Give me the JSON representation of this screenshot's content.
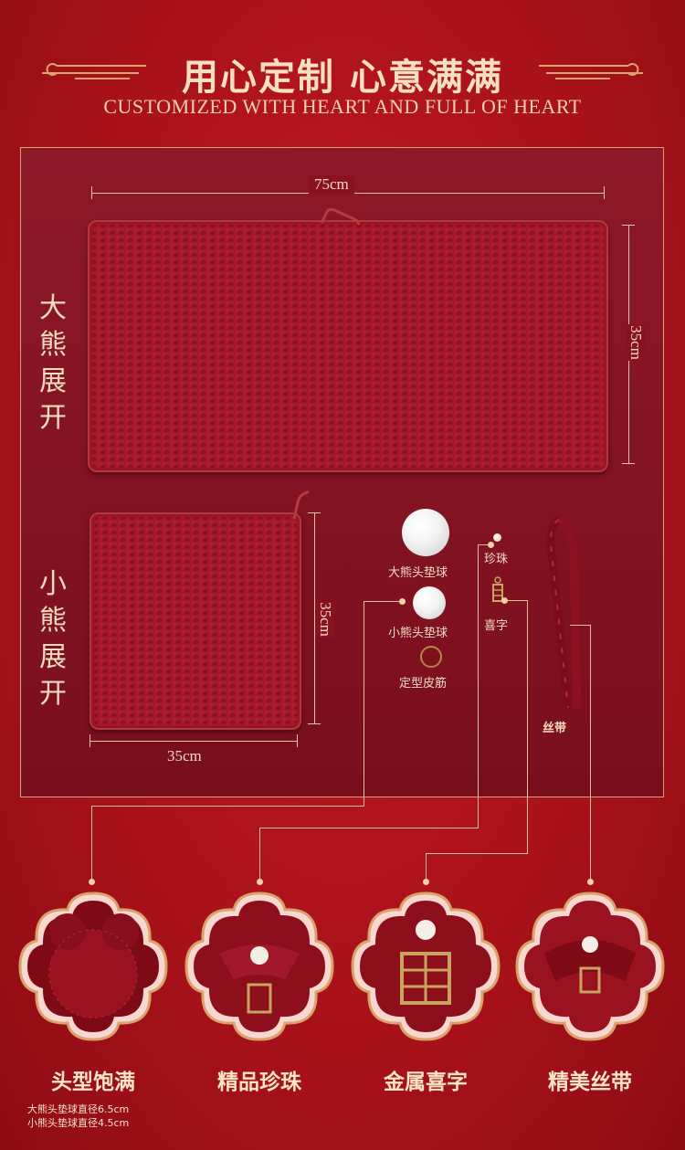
{
  "header": {
    "title_zh": "用心定制 心意满满",
    "title_en": "CUSTOMIZED WITH HEART AND FULL OF HEART"
  },
  "large_bear": {
    "label_chars": [
      "大",
      "熊",
      "展",
      "开"
    ],
    "width": "75cm",
    "height": "35cm"
  },
  "small_bear": {
    "label_chars": [
      "小",
      "熊",
      "展",
      "开"
    ],
    "width": "35cm",
    "height": "35cm"
  },
  "accessories": {
    "large_ball": "大熊头垫球",
    "small_ball": "小熊头垫球",
    "rubber_band": "定型皮筋",
    "pearl": "珍珠",
    "xi_char": "喜字",
    "ribbon": "丝带"
  },
  "features": [
    {
      "title": "头型饱满"
    },
    {
      "title": "精品珍珠"
    },
    {
      "title": "金属喜字"
    },
    {
      "title": "精美丝带"
    }
  ],
  "notes": {
    "large_ball_diameter": "大熊头垫球直径6.5cm",
    "small_ball_diameter": "小熊头垫球直径4.5cm"
  },
  "colors": {
    "background": "#a8111a",
    "panel": "#8a1120",
    "gold": "#e4c39a",
    "towel": "#a8182a"
  }
}
